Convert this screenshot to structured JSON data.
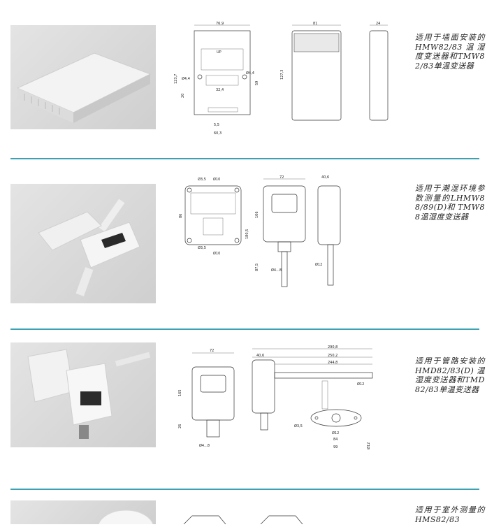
{
  "products": [
    {
      "description": "适用于墙面安装的HMW82/83温湿度变送器和TMW82/83单温变送器",
      "photo_icon": "wall-mount-transmitter-photo",
      "dims": [
        "76,9",
        "81",
        "24",
        "Ø4,4",
        "Ø4,4",
        "123,7",
        "127,3",
        "32,4",
        "20",
        "59",
        "5,5",
        "60,3",
        "UP"
      ]
    },
    {
      "description": "适用于潮湿环境参数测量的LHMW88/89(D)和 TMW88温湿度变送器",
      "photo_icon": "humid-environment-transmitter-photo",
      "dims": [
        "72",
        "40,6",
        "Ø3,5",
        "Ø10",
        "Ø3,5",
        "Ø10",
        "86",
        "106",
        "180,5",
        "87,5",
        "Ø4...8",
        "Ø12"
      ]
    },
    {
      "description": "适用于管路安装的HMD82/83(D)温湿度变送器和TMD82/83单温变送器",
      "photo_icon": "duct-mount-transmitter-photo",
      "dims": [
        "72",
        "290,8",
        "40,6",
        "250,2",
        "244,8",
        "165",
        "26",
        "Ø4...8",
        "Ø12",
        "Ø3,5",
        "Ø12",
        "84",
        "99",
        "Ø12"
      ]
    },
    {
      "description": "适用于室外测量的HMS82/83",
      "photo_icon": "outdoor-transmitter-photo"
    }
  ]
}
